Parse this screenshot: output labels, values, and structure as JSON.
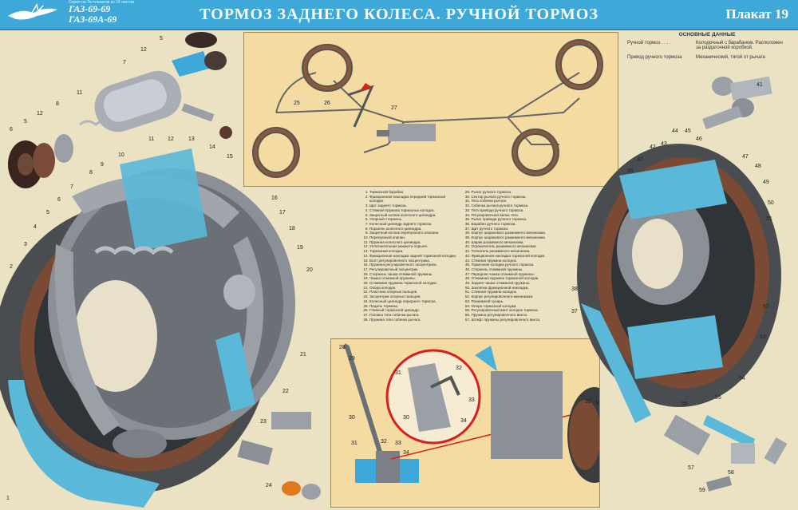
{
  "header": {
    "series_note": "Серия на Эк плакатов из 24 листов",
    "models": [
      "ГАЗ-69-69",
      "ГАЗ-69А-69"
    ],
    "title": "ТОРМОЗ ЗАДНЕГО КОЛЕСА. РУЧНОЙ ТОРМОЗ",
    "plakat": "Плакат 19",
    "accent_color": "#3ea8d8"
  },
  "specs": {
    "heading": "ОСНОВНЫЕ ДАННЫЕ",
    "rows": [
      {
        "label": "Ручной тормоз . . . .",
        "value": "Колодочный с барабаном. Расположен за раздаточной коробкой."
      },
      {
        "label": "Привод ручного тормоза",
        "value": "Механический, тягой от рычага"
      }
    ]
  },
  "legend": {
    "col1": [
      "Тормозной барабан.",
      "Фрикционная накладка передней тормозной колодки.",
      "Щит заднего тормоза.",
      "Стяжная пружина тормозных колодок.",
      "Защитный колпак колесного цилиндра.",
      "Упорный стержень.",
      "Колесный цилиндр заднего тормоза.",
      "Поршень колесного цилиндра.",
      "Защитный колпак перепускного клапана.",
      "Перепускной клапан.",
      "Пружина колесного цилиндра.",
      "Уплотнительная манжета поршня.",
      "Тормозная колодка.",
      "Фрикционная накладка задней тормозной колодки.",
      "Болт регулировочного эксцентрика.",
      "Пружина регулировочного эксцентрика.",
      "Регулировочный эксцентрик.",
      "Стержень чашки отжимной пружины.",
      "Чашка отжимной пружины.",
      "Отжимная пружина тормозной колодки.",
      "Опора колодок.",
      "Пластина опорных пальцев.",
      "Эксцентрик опорных пальцев.",
      "Колесный цилиндр переднего тормоза.",
      "Педаль тормоза.",
      "Главный тормозной цилиндр.",
      "Головка тяги собачки рычага.",
      "Пружина тяги собачки рычага."
    ],
    "col2": [
      "Рычаг ручного тормоза.",
      "Сектор рычага ручного тормоза.",
      "Тяга собачки рычага.",
      "Собачка рычага ручного тормоза.",
      "Тяга привода ручного тормоза.",
      "Регулировочная вилка тяги.",
      "Рычаг привода ручного тормоза.",
      "Барабан ручного тормоза.",
      "Щит ручного тормоза.",
      "Корпус шарикового разжимного механизма.",
      "Корпус шарикового разжимного механизма.",
      "Шарик разжимного механизма.",
      "Ограничитель разжимного механизма.",
      "Толкатель разжимного механизма.",
      "Фрикционная накладка тормозной колодки.",
      "Стяжная пружина колодок.",
      "Тормозная колодка ручного тормоза.",
      "Стержень отжимной пружины.",
      "Передняя чашка отжимной пружины.",
      "Отжимная пружина тормозной колодки.",
      "Задняя чашка отжимной пружины.",
      "Заклепка фрикционной накладки.",
      "Стяжная пружина колодок.",
      "Корпус регулировочного механизма.",
      "Разжимной сухарь.",
      "Опора тормозной колодки.",
      "Регулировочный винт колодок тормоза.",
      "Пружина регулировочного винта.",
      "Штифт пружины регулировочного винта."
    ]
  },
  "callouts": {
    "left": [
      "1",
      "2",
      "3",
      "4",
      "5",
      "6",
      "7",
      "8",
      "9",
      "10",
      "11",
      "12",
      "13",
      "14",
      "15",
      "16",
      "17",
      "18",
      "19",
      "20",
      "21",
      "22",
      "23",
      "24"
    ],
    "top": [
      "5",
      "7",
      "8",
      "11",
      "12",
      "6",
      "5",
      "12"
    ],
    "hydraulic": [
      "25",
      "26",
      "27"
    ],
    "handbrake": [
      "28",
      "29",
      "30",
      "31",
      "32",
      "33",
      "34",
      "35",
      "36",
      "37",
      "31",
      "32",
      "33",
      "30",
      "34"
    ],
    "right": [
      "38",
      "39",
      "40",
      "41",
      "42",
      "43",
      "44",
      "45",
      "46",
      "47",
      "48",
      "49",
      "50",
      "51",
      "52",
      "53",
      "54",
      "55",
      "56",
      "57",
      "58",
      "59",
      "37"
    ]
  }
}
